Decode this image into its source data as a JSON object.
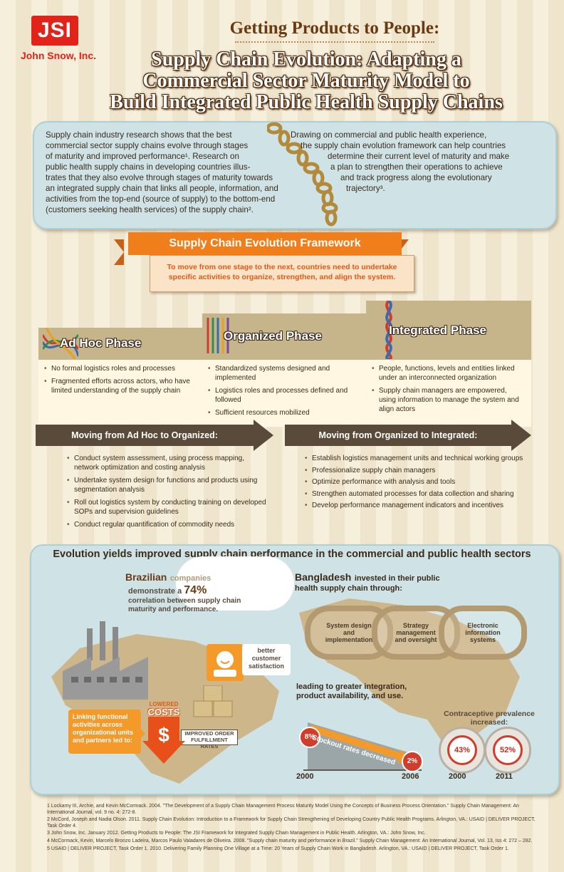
{
  "header": {
    "logo_text": "JSI",
    "logo_sub": "John Snow, Inc.",
    "kicker": "Getting Products to People:",
    "title_lines": [
      "Supply Chain Evolution: Adapting a",
      "Commercial Sector Maturity Model to",
      "Build Integrated Public Health Supply Chains"
    ]
  },
  "intro": {
    "left_lines": [
      "Supply chain industry research shows that the best",
      "commercial sector supply chains evolve through stages",
      "of maturity and improved performance¹. Research on",
      "public health supply chains in developing countries illus-",
      "trates that they also evolve through stages of maturity towards",
      "an integrated supply chain that links all people, information, and",
      "activities from the top-end (source of supply) to the bottom-end",
      "(customers seeking health services) of the supply chain²."
    ],
    "right_lines": [
      "Drawing on commercial and public health experience,",
      "the supply chain evolution framework can help countries",
      "determine their current level of maturity and make",
      "a plan to strengthen their operations to achieve",
      "and track progress along the evolutionary",
      "trajectory³."
    ]
  },
  "framework": {
    "banner": "Supply Chain Evolution Framework",
    "note": "To move from one stage to the next, countries need to undertake specific activities to organize, strengthen, and align the system."
  },
  "phases": [
    {
      "title": "Ad Hoc Phase",
      "items": [
        "No formal logistics roles and processes",
        "Fragmented efforts across actors, who have limited understanding of the supply chain"
      ]
    },
    {
      "title": "Organized Phase",
      "items": [
        "Standardized systems designed and implemented",
        "Logistics roles and processes defined and followed",
        "Sufficient resources mobilized"
      ]
    },
    {
      "title": "Integrated Phase",
      "items": [
        "People, functions, levels and entities linked under an interconnected organization",
        "Supply chain managers are empowered, using information to manage the system and align actors"
      ]
    }
  ],
  "transitions": [
    {
      "title": "Moving from Ad Hoc to Organized:",
      "items": [
        "Conduct system assessment, using process mapping, network optimization and costing analysis",
        "Undertake system design for functions and products using segmentation analysis",
        "Roll out logistics system by conducting training on developed SOPs and supervision guidelines",
        "Conduct regular quantification of commodity needs"
      ]
    },
    {
      "title": "Moving from Organized to Integrated:",
      "items": [
        "Establish logistics management units and technical working groups",
        "Professionalize supply chain managers",
        "Optimize performance with analysis and tools",
        "Strengthen automated processes for data collection and sharing",
        "Develop performance management indicators and incentives"
      ]
    }
  ],
  "evolution": {
    "title": "Evolution yields improved supply chain performance in the commercial and public health sectors",
    "brazil": {
      "name": "Brazilian",
      "line1": "companies",
      "line2_a": "demonstrate a",
      "pct": "74%",
      "line3": "correlation between supply chain",
      "line4": "maturity and performance.",
      "linking": "Linking functional activities across organizational units and partners led to:",
      "lowered": "LOWERED",
      "costs": "COSTS",
      "dollar": "$",
      "improved": "IMPROVED ORDER FULFILLMENT RATES",
      "better": "better customer satisfaction"
    },
    "bangladesh": {
      "name": "Bangladesh",
      "line1": "invested in their public",
      "line2": "health supply chain through:",
      "links": [
        "System design and implementation",
        "Strategy management and oversight",
        "Electronic information systems"
      ],
      "leading": "leading to greater integration, product availability, and use.",
      "stockout_label": "Stockout rates decreased",
      "stockout_start": "8%",
      "stockout_end": "2%",
      "year_start": "2000",
      "year_end": "2006",
      "cpr_title": "Contraceptive prevalence increased:",
      "cpr": [
        {
          "value": "43%",
          "year": "2000"
        },
        {
          "value": "52%",
          "year": "2011"
        }
      ]
    }
  },
  "footnotes": [
    "1 Lockamy III, Archie, and Kevin McCormack. 2004. \"The Development of a Supply Chain Management Process Maturity Model Using the Concepts of Business Process Orientation.\" Supply Chain Management: An International Journal, vol. 9 no. 4: 272-8.",
    "2 McCord, Joseph and Nadia Olson. 2011. Supply Chain Evolution: Introduction to a Framework for Supply Chain Strengthening of Developing Country Public Health Programs. Arlington, VA.: USAID | DELIVER PROJECT, Task Order 4.",
    "3 John Snow, Inc. January 2012. Getting Products to People: The JSI Framework for Integrated Supply Chain Management in Public Health. Arlington, VA.: John Snow, Inc.",
    "4 McCormack, Kevin, Marcelo Bronzo Ladeira, Marcos Paulo Valadares de Oliveira. 2008. \"Supply chain maturity and performance in Brazil.\" Supply Chain Management: An International Journal, Vol. 13, Iss 4: 272 – 282.",
    "5 USAID | DELIVER PROJECT, Task Order 1. 2010. Delivering Family Planning One Village at a Time: 20 Years of Supply Chain Work in Bangladesh. Arlington, VA.: USAID | DELIVER PROJECT, Task Order 1."
  ],
  "colors": {
    "accent": "#f07e1a",
    "brand_red": "#e2231a",
    "brown": "#6a3a12",
    "panel": "#cfe3e6"
  }
}
